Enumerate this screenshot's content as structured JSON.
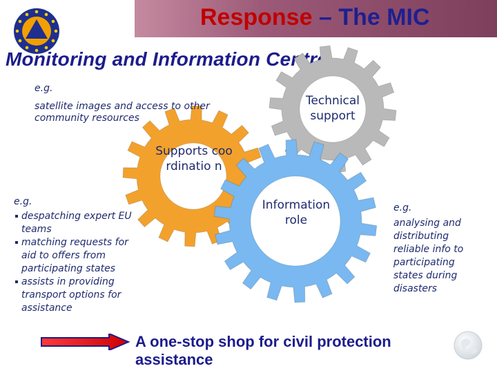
{
  "header": {
    "title_part1": "Response",
    "title_dash": " – ",
    "title_part2": "The MIC"
  },
  "subtitle": "Monitoring and Information Centre",
  "top_left": {
    "eg": "e.g.",
    "text": "satellite images and access to other community resources"
  },
  "left_list": {
    "eg": "e.g.",
    "items": [
      "despatching expert EU teams",
      "matching requests for aid to offers from participating states",
      "assists in providing transport options for assistance"
    ]
  },
  "gears": {
    "technical": "Technical support",
    "coordination": "Supports coordinatio n",
    "information": "Information role"
  },
  "right_text": {
    "eg": "e.g.",
    "text": "analysing and distributing reliable info to participating states during disasters"
  },
  "footer": "A one-stop shop for civil protection assistance",
  "colors": {
    "gear_orange": "#f3a12d",
    "gear_grey": "#b9b9b9",
    "gear_blue": "#79b8f0",
    "title_red": "#c00000",
    "title_blue": "#1f1f8f",
    "arrow_red": "#e00000"
  },
  "icons": {
    "logo": "eu-civil-protection-logo-icon",
    "arrow": "right-arrow-icon",
    "globe": "globe-icon"
  }
}
